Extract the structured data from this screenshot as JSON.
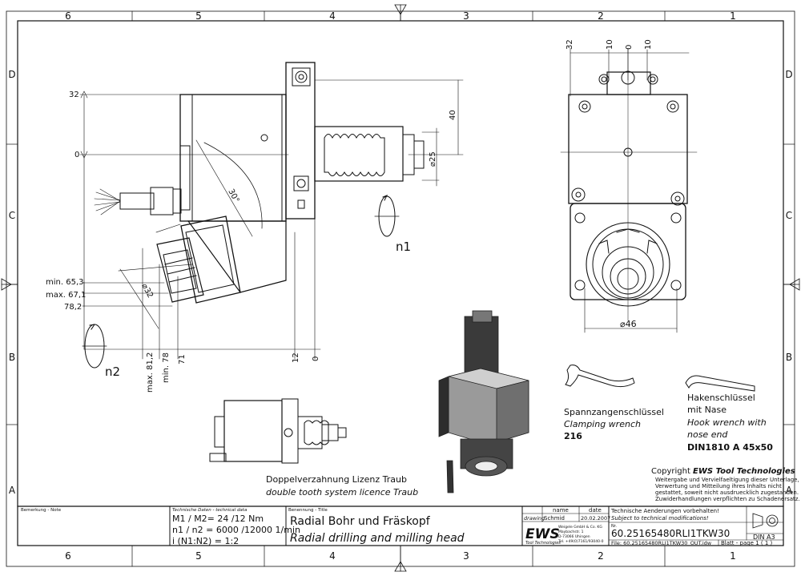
{
  "border": {
    "cols_top": [
      "6",
      "5",
      "4",
      "3",
      "2",
      "1"
    ],
    "cols_bottom": [
      "6",
      "5",
      "4",
      "3",
      "2",
      "1"
    ],
    "rows_left": [
      "D",
      "C",
      "B",
      "A"
    ],
    "rows_right": [
      "D",
      "C",
      "B",
      "A"
    ]
  },
  "side_view": {
    "dim_32": "32",
    "dim_0": "0",
    "dim_40": "40",
    "dim_d25": "⌀25",
    "angle_30": "30°",
    "dim_d32": "⌀32",
    "min_65_3": "min. 65,3",
    "max_67_1": "max. 67,1",
    "dim_78_2": "78,2",
    "max_81_2": "max. 81,2",
    "min_78": "min. 78",
    "dim_71": "71",
    "dim_12": "12",
    "dim_0b": "0",
    "n1": "n1",
    "n2": "n2"
  },
  "front_view": {
    "dim_32": "32",
    "dim_10a": "10",
    "dim_0": "0",
    "dim_10b": "10",
    "dim_d46": "⌀46"
  },
  "wrenches": {
    "clamp_de": "Spannzangenschlüssel",
    "clamp_en": "Clamping wrench",
    "clamp_no": "216",
    "hook_de1": "Hakenschlüssel",
    "hook_de2": "mit Nase",
    "hook_en1": "Hook wrench with",
    "hook_en2": "nose end",
    "hook_no": "DIN1810  A  45x50"
  },
  "double_tooth": {
    "de": "Doppelverzahnung Lizenz Traub",
    "en": "double tooth system licence Traub"
  },
  "copyright": {
    "title_prefix": "Copyright ",
    "title_brand": "EWS Tool Technologies",
    "lines": [
      "Weitergabe und Vervielfaeltigung dieser Unterlage,",
      "Verwertung und Mitteilung ihres Inhalts nicht",
      "gestattet, soweit nicht ausdruecklich zugestanden.",
      "Zuwiderhandlungen verpflichten zu Schadenersatz."
    ]
  },
  "title_block": {
    "remarks_label": "Bemerkung - Note",
    "tech_label": "Technische Daten - technical data",
    "m_line": "M1 / M2= 24  /12  Nm",
    "n_line": "n1 / n2 = 6000 /12000 1/min",
    "i_line": "i  (N1:N2)   =  1:2",
    "title_label": "Benennung - Title",
    "title_de": "Radial Bohr und Fräskopf",
    "title_en": "Radial drilling and milling head",
    "col_name": "name",
    "col_date": "date",
    "row_drawing": "drawing",
    "drawing_name": "Schmid",
    "drawing_date": "20.02.2007",
    "logo": "EWS",
    "logo_sub": "Tool Technologies",
    "address": [
      "Weigele GmbH & Co. KG",
      "Maybachstr. 1",
      "D-73066 Uhingen",
      "Tel. +49(0)7161/93040-0"
    ],
    "changes_de": "Technische Aenderungen vorbehalten!",
    "changes_en": "Subject to technical modifications!",
    "nr_label": "Nr.",
    "number": "60.25165480RLI1TKW30",
    "file": "File: 60.25165480RLI1TKW30_OUT.idw",
    "din": "DIN A3",
    "sheet": "Blatt - page  1  ( 1 )"
  }
}
